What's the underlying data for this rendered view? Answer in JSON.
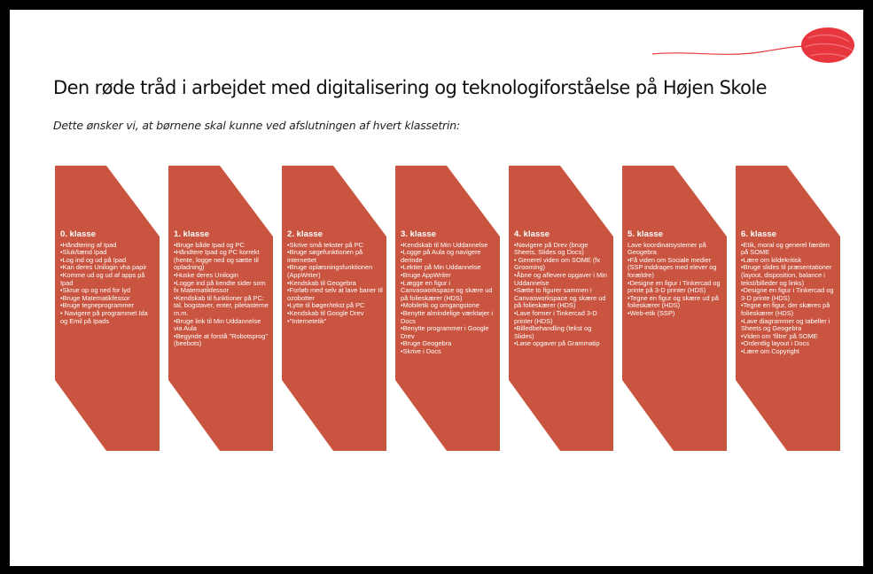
{
  "title": "Den røde tråd i arbejdet med digitalisering og teknologiforståelse på Højen Skole",
  "subtitle": "Dette ønsker vi, at børnene skal kunne ved afslutningen af hvert klassetrin:",
  "colors": {
    "chevron": "#C9543F",
    "yarn": "#E8363F",
    "thread": "#E8363F"
  },
  "classes": [
    {
      "grade": "0. klasse",
      "intro": "",
      "items": [
        "•Håndtering af Ipad",
        "•Sluk/tænd Ipad",
        "•Log ind og ud på Ipad",
        "•Kan deres Unilogin vha papir",
        "•Komme ud og ud af apps på Ipad",
        "•Skrue op og ned for lyd",
        "•Bruge Matematikfessor",
        "•Bruge tegneprogrammer",
        "• Navigere på programmet Ida og Emil på Ipads"
      ]
    },
    {
      "grade": "1. klasse",
      "intro": "",
      "items": [
        "•Bruge både Ipad og PC",
        "•Håndtere Ipad og PC korrekt (hente, logge ned og sætte til opladning)",
        "•Huske deres Unilogin",
        "•Logge ind på kendte sider som fx Matematikfessor",
        "•Kendskab til funktioner på PC: tal, bogstaver, enter, piletasterne m.m.",
        "•Bruge link til Min Uddannelse via Aula",
        "•Begynde at forstå \"Robotsprog\" (beebots)"
      ]
    },
    {
      "grade": "2. klasse",
      "intro": "",
      "items": [
        "•Skrive små tekster på PC",
        "•Bruge søgefunktionen på internettet",
        "•Bruge oplæsningsfunktionen (AppWriter)",
        "•Kendskab til Geogebra",
        "•Forløb med selv at lave baner til ozobotter",
        "•Lytte til bøger/tekst på PC",
        "•Kendskab til Google Drev",
        "•\"Internetetik\""
      ]
    },
    {
      "grade": "3. klasse",
      "intro": "",
      "items": [
        "•Kendskab til Min Uddannelse",
        "•Logge på Aula og navigere derinde",
        "•Lektier på Min Uddannelse",
        "•Bruge AppWriter",
        "•Lægge en figur i Canvasworkspace og skære ud på folieskærer (HDS)",
        "•Mobiletik og omgangstone",
        "•Benytte almindelige værktøjer i Docs",
        "•Benytte programmer i Google Drev",
        "•Bruge Geogebra",
        "•Skrive i Docs"
      ]
    },
    {
      "grade": "4. klasse",
      "intro": "",
      "items": [
        "•Navigere på Drev (bruge Sheets, Slides og Docs)",
        "• Generel viden om SOME (fx Grooming)",
        "•Åbne og aflevere opgaver i Min Uddannelse",
        "•Sætte to figurer sammen i Canvasworkspace og skære ud på folieskærer (HDS)",
        "•Lave former i Tinkercad 3-D printer (HDS)",
        "•Billedbehandling (tekst og Slides)",
        "•Løse opgaver på Grammatip"
      ]
    },
    {
      "grade": "5. klasse",
      "intro": "Lave koordinatsystemer på Geogebra",
      "items": [
        "•Få viden om Sociale medier (SSP inddrages med elever og forældre)",
        "•Designe en figur i Tinkercad og printe på 3-D printer (HDS)",
        "•Tegne en figur og skære ud på folieskærer (HDS)",
        "•Web-etik (SSP)"
      ]
    },
    {
      "grade": "6. klasse",
      "intro": "",
      "items": [
        "•Etik, moral og generel færden på SOME",
        "•Lære om kildekritisk",
        "•Bruge slides til præsentationer (layout, disposition, balance i tekst/billeder og links)",
        "•Designe en figur i Tinkercad og 3-D printe (HDS)",
        "•Tegne en figur, der skæres på folieskærer (HDS)",
        "•Lave diagrammer og tabeller i Sheets og Geogebra",
        "•Viden om 'filtre' på SOME",
        "•Ordentlig layout i Docs",
        "•Lære om Copyright"
      ]
    }
  ]
}
